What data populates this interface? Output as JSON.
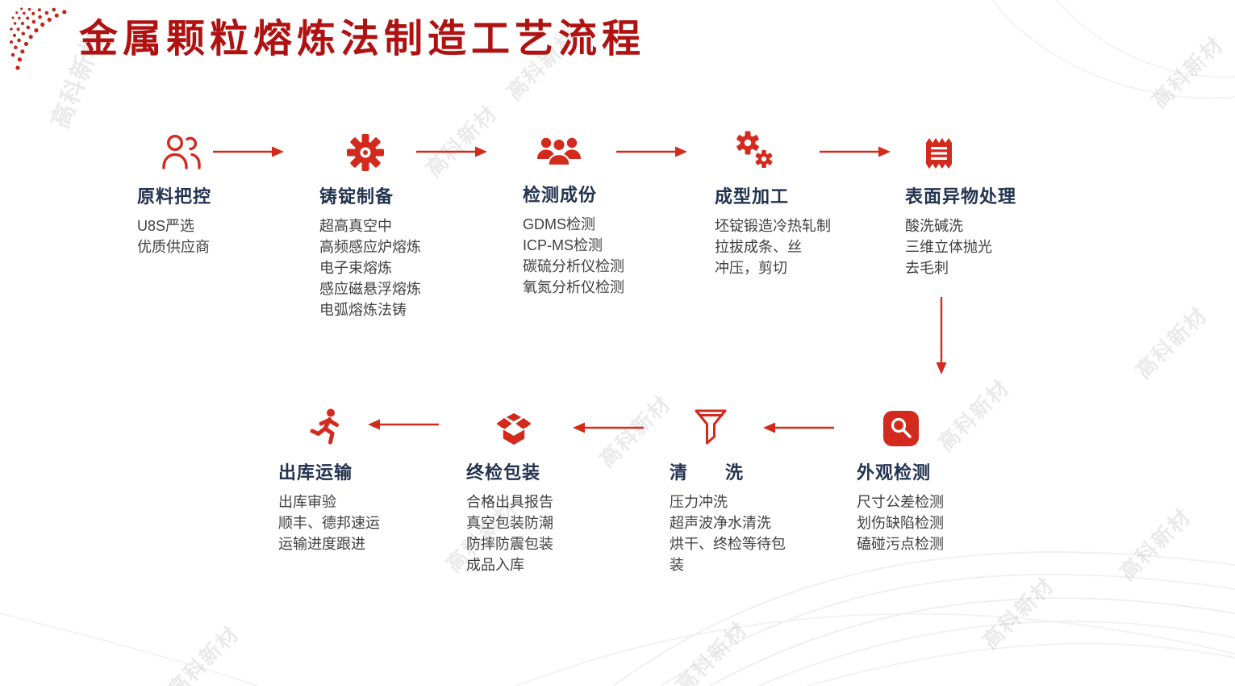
{
  "title": "金属颗粒熔炼法制造工艺流程",
  "watermark": "高科新材",
  "colors": {
    "accent": "#D22A1C",
    "title": "#B01212",
    "heading": "#233350",
    "body": "#404040",
    "watermark_gray": "#C7C7C7"
  },
  "steps": [
    {
      "title": "原料把控",
      "icon": "people-outline-icon",
      "lines": [
        "U8S严选",
        "优质供应商"
      ]
    },
    {
      "title": "铸锭制备",
      "icon": "gear-icon",
      "lines": [
        "超高真空中",
        "高频感应炉熔炼",
        "电子束熔炼",
        "感应磁悬浮熔炼",
        "电弧熔炼法铸"
      ]
    },
    {
      "title": "检测成份",
      "icon": "team-icon",
      "lines": [
        "GDMS检测",
        "ICP-MS检测",
        "碳硫分析仪检测",
        "氧氮分析仪检测"
      ]
    },
    {
      "title": "成型加工",
      "icon": "gears-icon",
      "lines": [
        "坯锭锻造冷热轧制",
        "拉拔成条、丝",
        "冲压，剪切"
      ]
    },
    {
      "title": "表面异物处理",
      "icon": "receipt-icon",
      "lines": [
        "酸洗碱洗",
        "三维立体抛光",
        "去毛刺"
      ]
    },
    {
      "title": "外观检测",
      "icon": "inspection-icon",
      "lines": [
        "尺寸公差检测",
        "划伤缺陷检测",
        "磕碰污点检测"
      ]
    },
    {
      "title": "清　　洗",
      "icon": "funnel-icon",
      "lines": [
        "压力冲洗",
        "超声波净水清洗",
        "烘干、终检等待包装"
      ]
    },
    {
      "title": "终检包装",
      "icon": "open-box-icon",
      "lines": [
        "合格出具报告",
        "真空包装防潮",
        "防摔防震包装",
        "成品入库"
      ]
    },
    {
      "title": "出库运输",
      "icon": "runner-icon",
      "lines": [
        "出库审验",
        "顺丰、德邦速运",
        "运输进度跟进"
      ]
    }
  ]
}
